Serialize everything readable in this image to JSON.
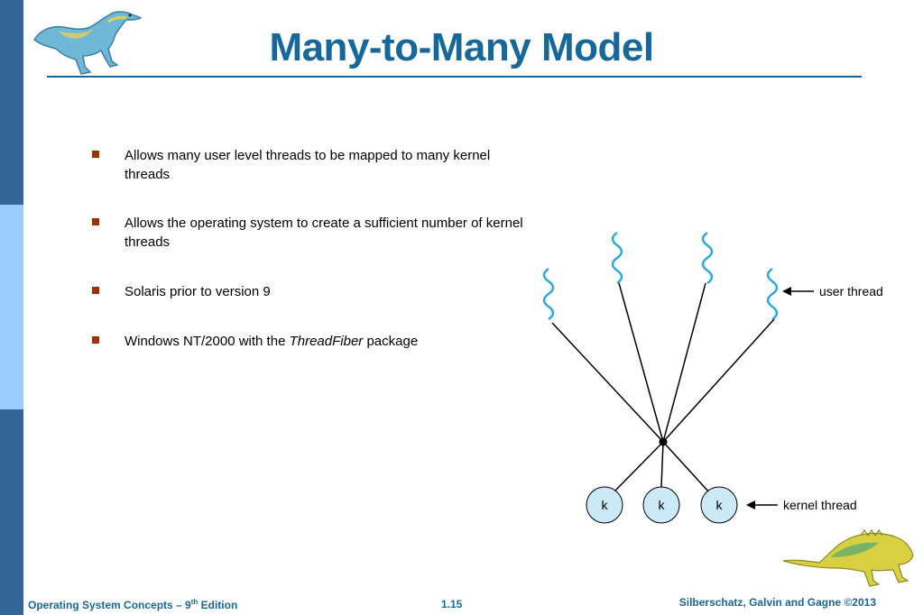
{
  "slide": {
    "title": "Many-to-Many Model",
    "bullets": [
      "Allows many user level threads to be mapped to many kernel threads",
      "Allows the  operating system to create a sufficient number of kernel threads",
      "Solaris prior to version 9"
    ],
    "bullet4": {
      "prefix": "Windows NT/2000 with the ",
      "emphasis": "ThreadFiber",
      "suffix": " package"
    }
  },
  "diagram": {
    "user_thread_label": "user thread",
    "kernel_thread_label": "kernel thread",
    "kernel_nodes": [
      "k",
      "k",
      "k"
    ],
    "colors": {
      "thread": "#29a9e0",
      "kernel_fill": "#cce9f7",
      "line": "#000000"
    }
  },
  "footer": {
    "book": "Operating System Concepts – 9",
    "book_sup": "th",
    "book_suffix": " Edition",
    "page": "1.15",
    "copyright": "Silberschatz, Galvin and Gagne ©2013"
  },
  "colors": {
    "accent": "#17689a",
    "bullet": "#993300",
    "sidebar_dark": "#336699",
    "sidebar_light": "#99ccff"
  }
}
